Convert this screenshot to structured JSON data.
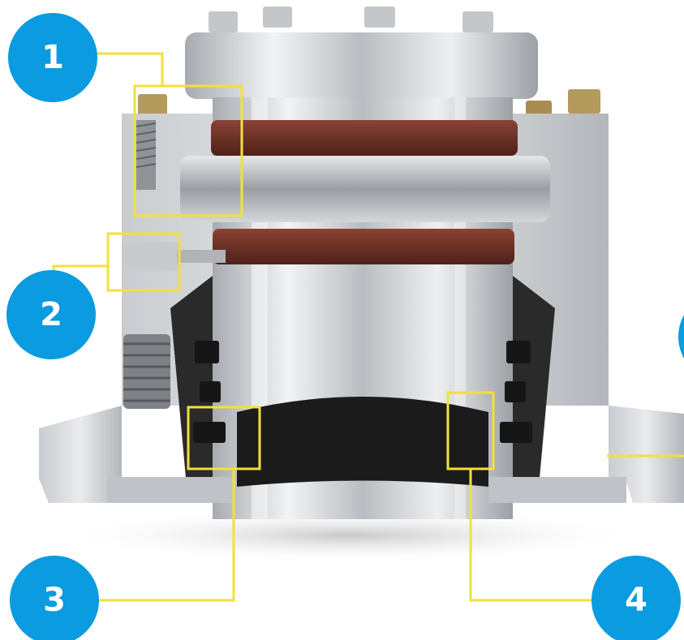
{
  "callouts": [
    {
      "number": "1"
    },
    {
      "number": "2"
    },
    {
      "number": "3"
    },
    {
      "number": "4"
    }
  ],
  "colors": {
    "badge": "#0a9be0",
    "leader_line": "#f3e03a",
    "seal_face": "#6b2f25",
    "steel": "#b8bcc0",
    "elastomer": "#1c1c1c",
    "background": "#ffffff"
  }
}
